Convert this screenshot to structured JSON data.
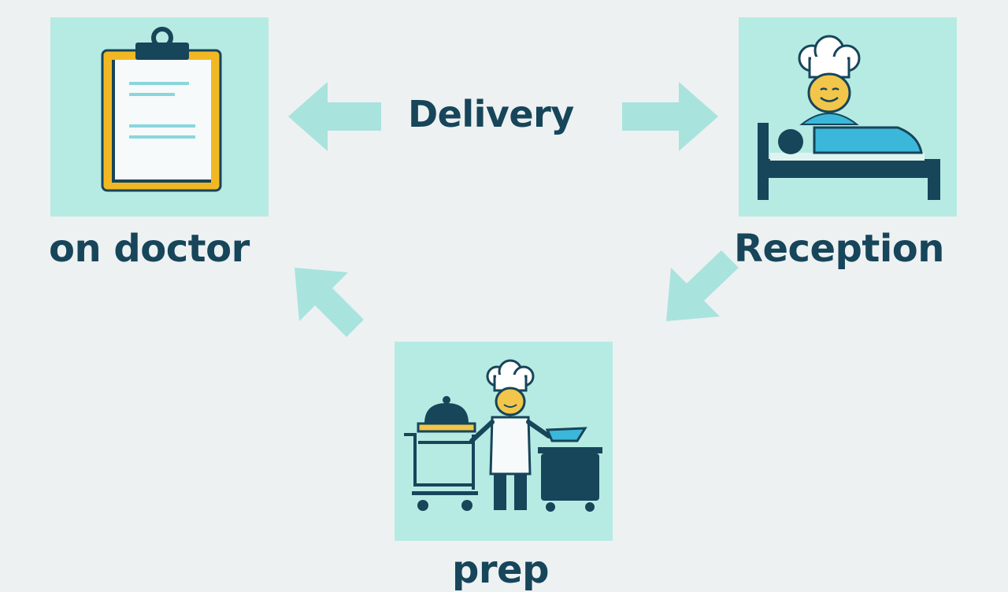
{
  "labels": {
    "doctor": "on doctor",
    "delivery": "Delivery",
    "reception": "Reception",
    "prep": "prep"
  },
  "icons": {
    "clipboard": "clipboard-icon",
    "reception": "chef-bed-icon",
    "kitchen": "chef-cart-icon"
  },
  "colors": {
    "background": "#edf1f2",
    "card": "#b6ebe3",
    "arrow": "#a9e3de",
    "text": "#17455a",
    "accent_yellow": "#f2b824",
    "accent_blue": "#3bb7d9"
  }
}
